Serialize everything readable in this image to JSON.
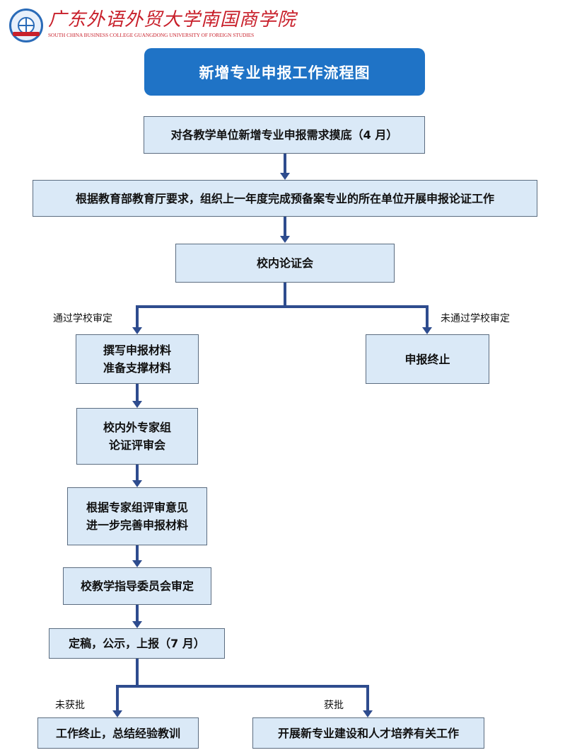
{
  "header": {
    "logo_cn": "广东外语外贸大学南国商学院",
    "logo_en": "SOUTH CHINA BUSINESS COLLEGE GUANGDONG UNIVERSITY OF FOREIGN STUDIES"
  },
  "title": "新增专业申报工作流程图",
  "nodes": {
    "survey": "对各教学单位新增专业申报需求摸底（4 月）",
    "organize": "根据教育部教育厅要求，组织上一年度完成预备案专业的所在单位开展申报论证工作",
    "school_meeting": "校内论证会",
    "write": [
      "撰写申报材料",
      "准备支撑材料"
    ],
    "terminate": "申报终止",
    "expert_panel": [
      "校内外专家组",
      "论证评审会"
    ],
    "improve": [
      "根据专家组评审意见",
      "进一步完善申报材料"
    ],
    "committee": "校教学指导委员会审定",
    "finalize": "定稿，公示，上报（7 月）",
    "stop_summary": "工作终止，总结经验教训",
    "start_building": "开展新专业建设和人才培养有关工作"
  },
  "edge_labels": {
    "passed": "通过学校审定",
    "not_passed": "未通过学校审定",
    "not_approved": "未获批",
    "approved": "获批"
  },
  "colors": {
    "title_bg": "#1f73c6",
    "node_bg": "#dae9f7",
    "arrow": "#2e4c8e",
    "logo_red": "#c8202b"
  }
}
